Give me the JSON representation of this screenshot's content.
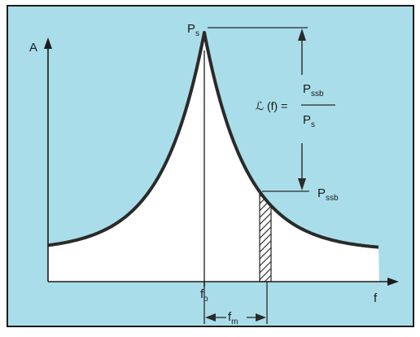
{
  "colors": {
    "background": "#a9dde9",
    "curve": "#2a2a2a",
    "fill_under_curve": "#ffffff",
    "frame": "#1c1c1c",
    "axis": "#1c1c1c"
  },
  "axes": {
    "y_label": "A",
    "x_label": "f"
  },
  "labels": {
    "peak_power": "P",
    "peak_power_sub": "s",
    "offset_freq": "f",
    "offset_freq_sub": "o",
    "sideband_power": "P",
    "sideband_power_sub": "ssb",
    "offset_interval": "f",
    "offset_interval_sub": "m"
  },
  "formula": {
    "lhs": "ℒ (f) =",
    "numerator": "P",
    "numerator_sub": "ssb",
    "denominator": "P",
    "denominator_sub": "s"
  }
}
